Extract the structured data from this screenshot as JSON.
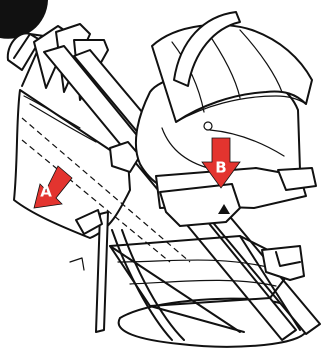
{
  "markers": [
    {
      "id": "A",
      "label": "A",
      "color": "#e3342f"
    },
    {
      "id": "B",
      "label": "B",
      "color": "#e3342f"
    }
  ]
}
